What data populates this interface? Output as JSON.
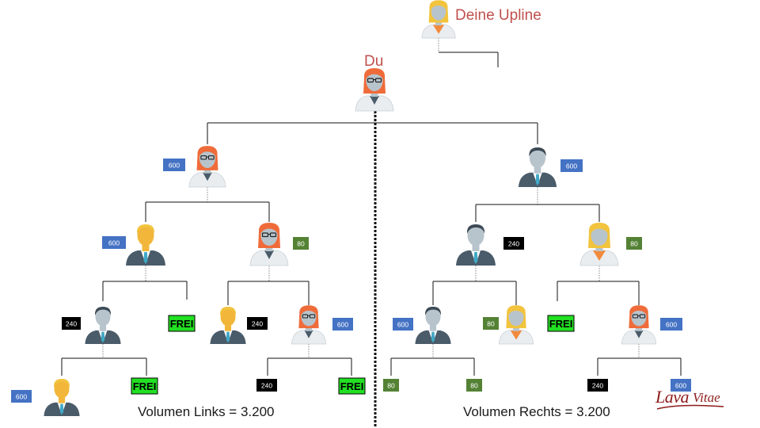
{
  "labels": {
    "upline": "Deine Upline",
    "you": "Du",
    "volume_left": "Volumen Links = 3.200",
    "volume_right": "Volumen Rechts = 3.200",
    "logo_lava": "Lava",
    "logo_vitae": "Vitae"
  },
  "colors": {
    "blue": "#4472c4",
    "black": "#000000",
    "green": "#548235",
    "frei": "#22e022",
    "accent": "#c0504d"
  },
  "nodes": [
    {
      "id": "upline",
      "type": "woman-blonde"
    },
    {
      "id": "du",
      "type": "woman-red-glasses"
    },
    {
      "id": "l1",
      "type": "woman-red-glasses",
      "badge": "600",
      "badge_color": "blue"
    },
    {
      "id": "r1",
      "type": "man-dark",
      "badge": "600",
      "badge_color": "blue"
    },
    {
      "id": "l1l",
      "type": "man-blonde",
      "badge": "600",
      "badge_color": "blue"
    },
    {
      "id": "l1r",
      "type": "woman-red-glasses",
      "badge": "80",
      "badge_color": "green"
    },
    {
      "id": "r1l",
      "type": "man-dark",
      "badge": "240",
      "badge_color": "black"
    },
    {
      "id": "r1r",
      "type": "woman-blonde",
      "badge": "80",
      "badge_color": "green"
    },
    {
      "id": "a",
      "type": "man-dark",
      "badge": "240",
      "badge_color": "black"
    },
    {
      "id": "b",
      "type": "frei",
      "badge": "FREI"
    },
    {
      "id": "c",
      "type": "man-blonde",
      "badge": "240",
      "badge_color": "black"
    },
    {
      "id": "d",
      "type": "woman-red-glasses",
      "badge": "600",
      "badge_color": "blue"
    },
    {
      "id": "e",
      "type": "man-dark",
      "badge": "600",
      "badge_color": "blue"
    },
    {
      "id": "f",
      "type": "woman-blonde",
      "badge": "80",
      "badge_color": "green"
    },
    {
      "id": "g",
      "type": "frei",
      "badge": "FREI"
    },
    {
      "id": "h",
      "type": "woman-red-glasses",
      "badge": "600",
      "badge_color": "blue"
    },
    {
      "id": "a1",
      "type": "man-blonde",
      "badge": "600",
      "badge_color": "blue"
    },
    {
      "id": "a2",
      "type": "frei",
      "badge": "FREI"
    },
    {
      "id": "d1",
      "type": "empty",
      "badge": "240",
      "badge_color": "black"
    },
    {
      "id": "d2",
      "type": "frei",
      "badge": "FREI"
    },
    {
      "id": "e1",
      "type": "empty",
      "badge": "80",
      "badge_color": "green"
    },
    {
      "id": "e2",
      "type": "empty",
      "badge": "80",
      "badge_color": "green"
    },
    {
      "id": "h1",
      "type": "empty",
      "badge": "240",
      "badge_color": "black"
    },
    {
      "id": "h2",
      "type": "empty",
      "badge": "600",
      "badge_color": "blue"
    }
  ],
  "edges": [
    [
      "upline",
      "du"
    ],
    [
      "du",
      "l1"
    ],
    [
      "du",
      "r1"
    ],
    [
      "l1",
      "l1l"
    ],
    [
      "l1",
      "l1r"
    ],
    [
      "r1",
      "r1l"
    ],
    [
      "r1",
      "r1r"
    ],
    [
      "l1l",
      "a"
    ],
    [
      "l1l",
      "b"
    ],
    [
      "l1r",
      "c"
    ],
    [
      "l1r",
      "d"
    ],
    [
      "r1l",
      "e"
    ],
    [
      "r1l",
      "f"
    ],
    [
      "r1r",
      "g"
    ],
    [
      "r1r",
      "h"
    ],
    [
      "a",
      "a1"
    ],
    [
      "a",
      "a2"
    ],
    [
      "d",
      "d1"
    ],
    [
      "d",
      "d2"
    ],
    [
      "e",
      "e1"
    ],
    [
      "e",
      "e2"
    ],
    [
      "h",
      "h1"
    ],
    [
      "h",
      "h2"
    ]
  ]
}
